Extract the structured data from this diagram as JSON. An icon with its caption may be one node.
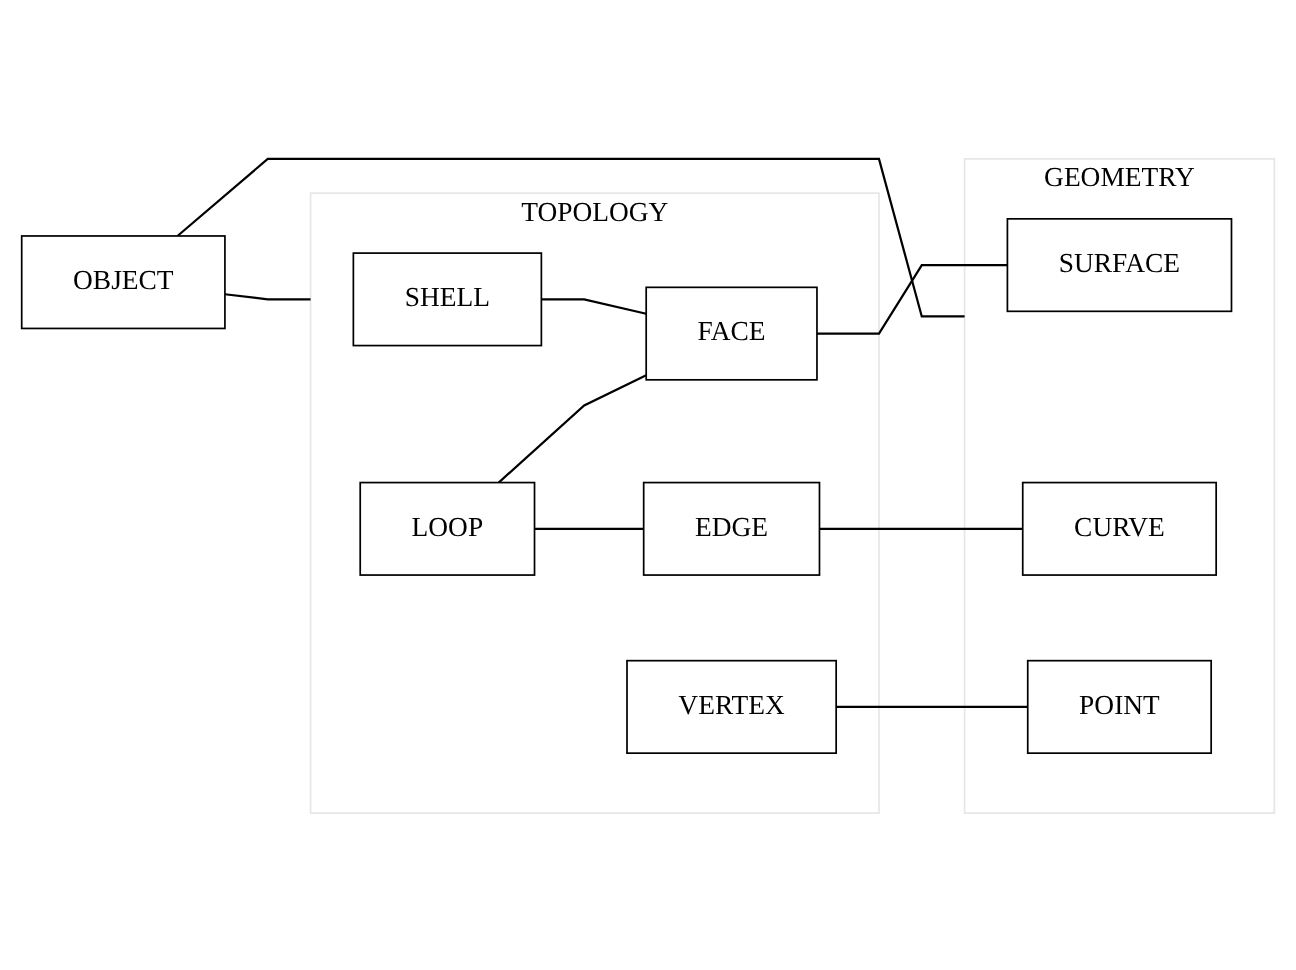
{
  "diagram": {
    "nodes": [
      {
        "text": [
          "OBJECT"
        ]
      },
      {
        "text": [
          "TOPOLOGY"
        ]
      },
      {
        "text": [
          "SHELL"
        ],
        "in": 1
      },
      {
        "text": [
          "FACE"
        ],
        "in": 1
      },
      {
        "text": [
          "LOOP"
        ],
        "in": 1
      },
      {
        "text": [
          "EDGE"
        ],
        "in": 1
      },
      {
        "text": [
          "VERTEX"
        ],
        "in": 1
      },
      {
        "text": [
          "GEOMETRY"
        ]
      },
      {
        "text": [
          "SURFACE"
        ],
        "in": 7
      },
      {
        "text": [
          "CURVE"
        ],
        "in": 7
      },
      {
        "text": [
          "POINT"
        ],
        "in": 7
      }
    ],
    "edges": [
      {
        "from": 0,
        "to": 1,
        "arrow": "none"
      },
      {
        "from": 0,
        "to": 7,
        "arrow": "none"
      },
      {
        "from": 2,
        "to": 3,
        "arrow": "none"
      },
      {
        "from": 4,
        "to": 3,
        "arrow": "none"
      },
      {
        "from": 4,
        "to": 5,
        "arrow": "none"
      },
      {
        "from": 3,
        "to": 8,
        "arrow": "none"
      },
      {
        "from": 5,
        "to": 9,
        "arrow": "none"
      },
      {
        "from": 6,
        "to": 10,
        "arrow": "none"
      }
    ]
  }
}
